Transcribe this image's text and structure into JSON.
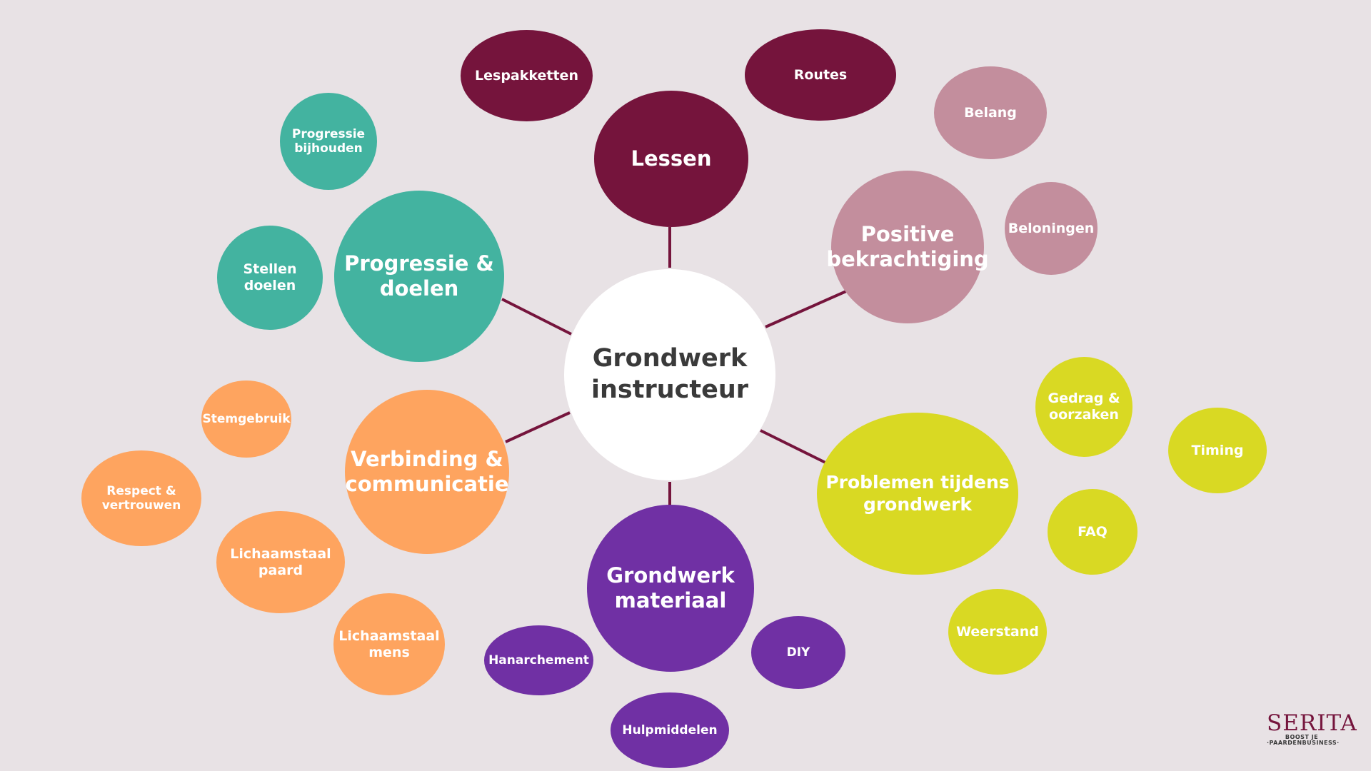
{
  "colors": {
    "background": "#e8e2e5",
    "center": "#ffffff",
    "center_text": "#3a3a3a",
    "connector": "#75143c",
    "lessen": "#75143c",
    "positive": "#c38e9d",
    "progressie": "#43b3a0",
    "verbinding": "#fea45f",
    "materiaal": "#7030a4",
    "problemen": "#d9d923"
  },
  "center": {
    "label": "Grondwerk\ninstructeur"
  },
  "hubs": {
    "lessen": {
      "label": "Lessen"
    },
    "positive": {
      "label": "Positive\nbekrachtiging"
    },
    "progressie": {
      "label": "Progressie &\ndoelen"
    },
    "verbinding": {
      "label": "Verbinding &\ncommunicatie"
    },
    "materiaal": {
      "label": "Grondwerk\nmateriaal"
    },
    "problemen": {
      "label": "Problemen tijdens\ngrondwerk"
    }
  },
  "leaves": {
    "lespakketten": "Lespakketten",
    "routes": "Routes",
    "belang": "Belang",
    "beloningen": "Beloningen",
    "progressie_bijhouden": "Progressie\nbijhouden",
    "stellen_doelen": "Stellen\ndoelen",
    "stemgebruik": "Stemgebruik",
    "respect_vertrouwen": "Respect &\nvertrouwen",
    "lichaamstaal_paard": "Lichaamstaal\npaard",
    "lichaamstaal_mens": "Lichaamstaal\nmens",
    "hanarchement": "Hanarchement",
    "diy": "DIY",
    "hulpmiddelen": "Hulpmiddelen",
    "gedrag_oorzaken": "Gedrag &\noorzaken",
    "timing": "Timing",
    "faq": "FAQ",
    "weerstand": "Weerstand"
  },
  "logo": {
    "word": "SERITA",
    "tagline_1": "BOOST JE",
    "tagline_2": "·PAARDENBUSINESS·"
  }
}
